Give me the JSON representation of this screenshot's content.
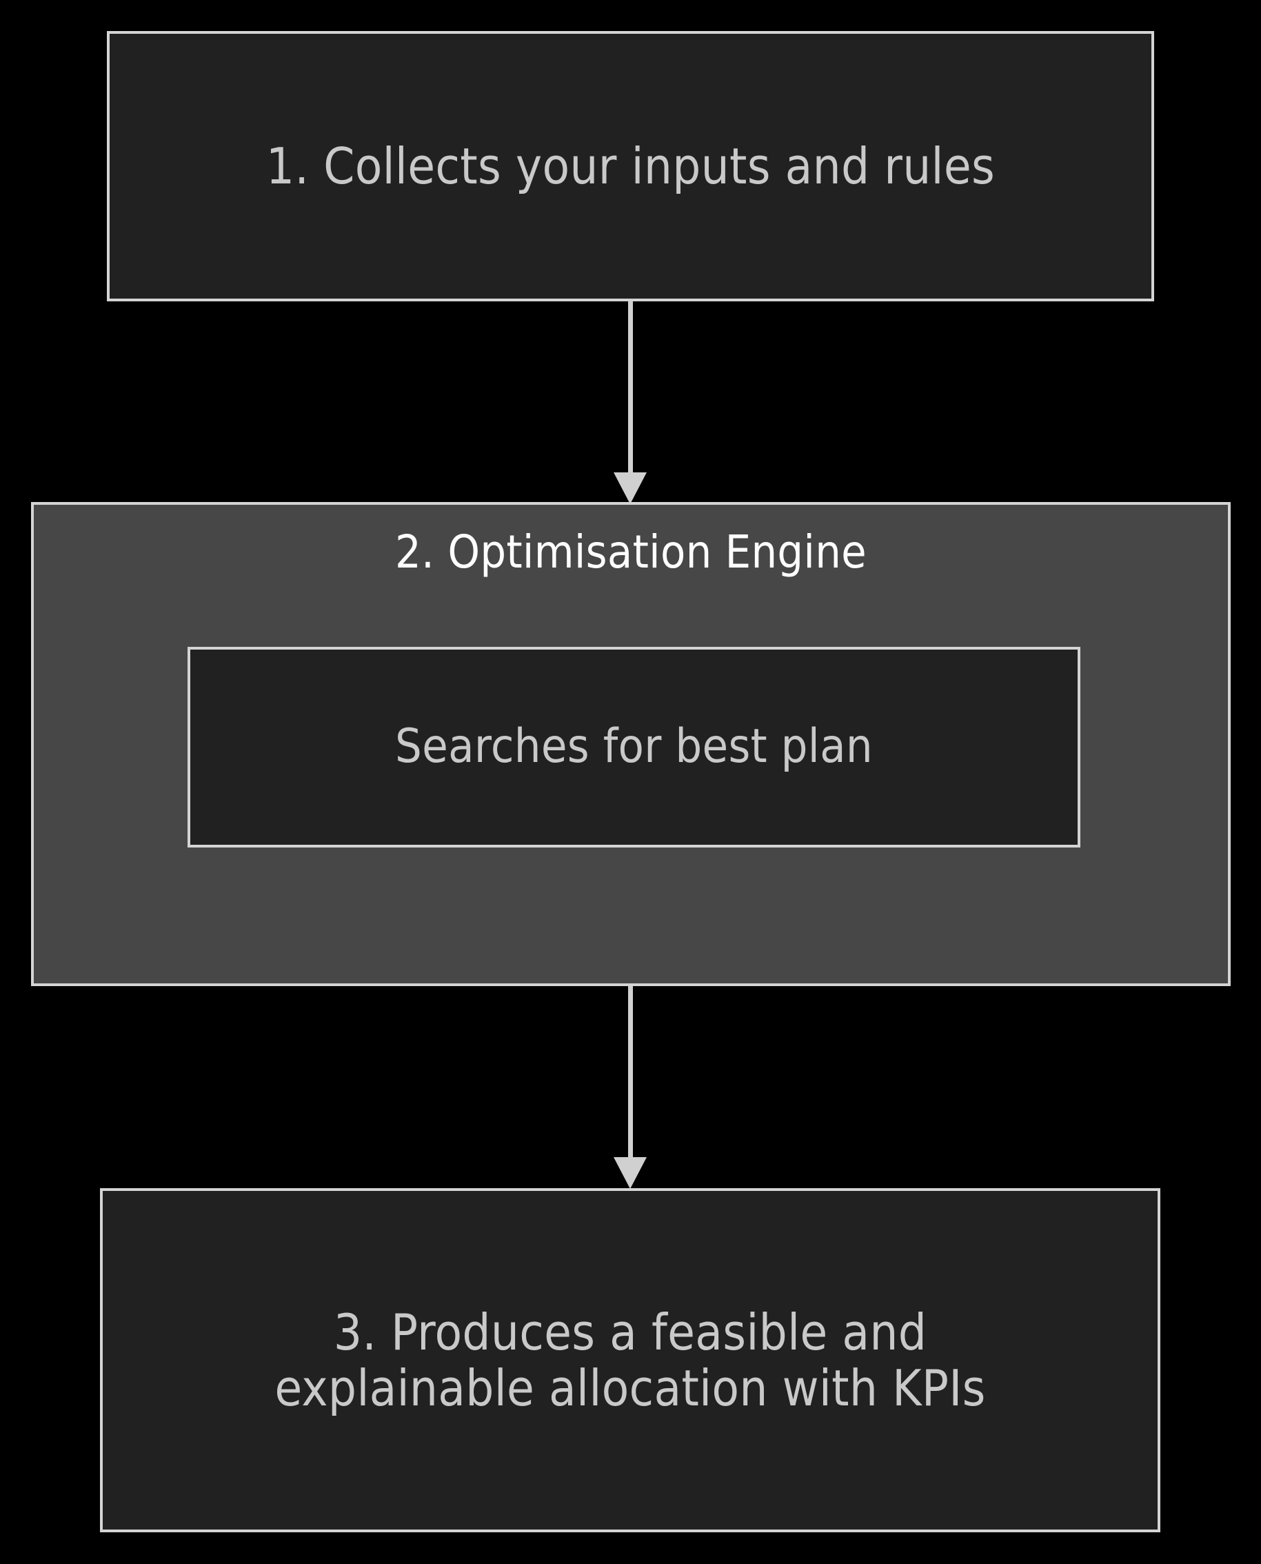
{
  "diagram": {
    "type": "flowchart",
    "orientation": "top-to-bottom",
    "background_color": "#000000",
    "nodes": [
      {
        "id": "collect",
        "label": "1. Collects your inputs and rules",
        "shape": "rectangle",
        "fill_color": "#212121",
        "border_color": "#d4d4d4",
        "text_color": "#c9c9c9"
      },
      {
        "id": "engine",
        "label": "2. Optimisation Engine",
        "shape": "cluster",
        "fill_color": "#474747",
        "border_color": "#d4d4d4",
        "text_color": "#ffffff"
      },
      {
        "id": "search",
        "label": "Searches for best plan",
        "shape": "rectangle",
        "parent": "engine",
        "fill_color": "#212121",
        "border_color": "#d4d4d4",
        "text_color": "#c9c9c9"
      },
      {
        "id": "output",
        "label": "3. Produces a feasible and explainable allocation with KPIs",
        "shape": "rectangle",
        "fill_color": "#212121",
        "border_color": "#d4d4d4",
        "text_color": "#c9c9c9"
      }
    ],
    "edges": [
      {
        "id": "collect-engine",
        "from": "collect",
        "to": "engine",
        "style": "solid",
        "arrow": "filled-triangle",
        "color": "#d0d0d0"
      },
      {
        "id": "engine-output",
        "from": "engine",
        "to": "output",
        "style": "solid",
        "arrow": "filled-triangle",
        "color": "#d0d0d0"
      }
    ]
  }
}
